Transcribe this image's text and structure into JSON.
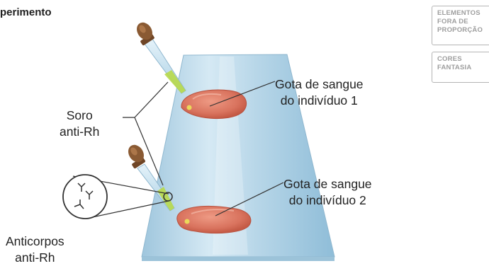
{
  "heading": "perimento",
  "badges": {
    "out_of_proportion": [
      "ELEMENTOS",
      "FORA DE",
      "PROPORÇÃO"
    ],
    "fantasy_colors": [
      "CORES",
      "FANTASIA"
    ]
  },
  "labels": {
    "serum": [
      "Soro",
      "anti-Rh"
    ],
    "drop1": [
      "Gota de sangue",
      "do indivíduo 1"
    ],
    "drop2": [
      "Gota de sangue",
      "do indivíduo 2"
    ],
    "antibodies": [
      "Anticorpos",
      "anti-Rh"
    ]
  },
  "colors": {
    "slide": "#bcd9ea",
    "blood": "#d9735e",
    "serum": "#b8d94a",
    "dropper_bulb": "#8a5a33",
    "badge_border": "#b4b4b4"
  }
}
